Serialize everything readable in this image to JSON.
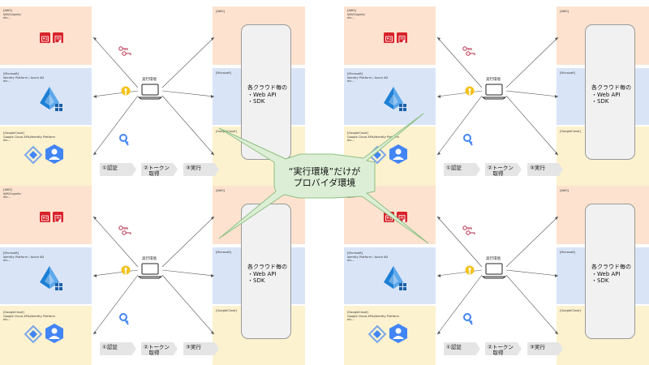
{
  "panel": {
    "aws_tag_lines": [
      "[AWS]",
      "IAM/Cognito",
      "etc..."
    ],
    "ms_tag_lines": [
      "[Microsoft]",
      "Identity Platform / Azure AD",
      "etc..."
    ],
    "gc_tag_lines": [
      "[GoogleCloud]",
      "Google Cloud APIs/Identity Platform",
      "etc..."
    ],
    "right_aws_tag": "[AWS]",
    "right_ms_tag": "[Microsoft]",
    "right_gc_tag": "[GoogleCloud]",
    "laptop_label": "実行環境",
    "api_lines": [
      "各クラウド毎の",
      "・Web API",
      "・SDK"
    ],
    "steps": [
      {
        "lines": [
          "①認証"
        ]
      },
      {
        "lines": [
          "②トークン",
          "　取得"
        ]
      },
      {
        "lines": [
          "③実行"
        ]
      }
    ]
  },
  "callout": {
    "lines": [
      "“実行環境”だけが",
      "プロバイダ環境"
    ],
    "fill": "#dcefd6",
    "stroke": "#8fbf83"
  },
  "colors": {
    "aws_band": "#fde3cf",
    "ms_band": "#d9e5f7",
    "gc_band": "#fdf2cf",
    "aws_red": "#d8232a",
    "azure_blue": "#1d7fd6",
    "gcp_blue": "#4285f4"
  }
}
